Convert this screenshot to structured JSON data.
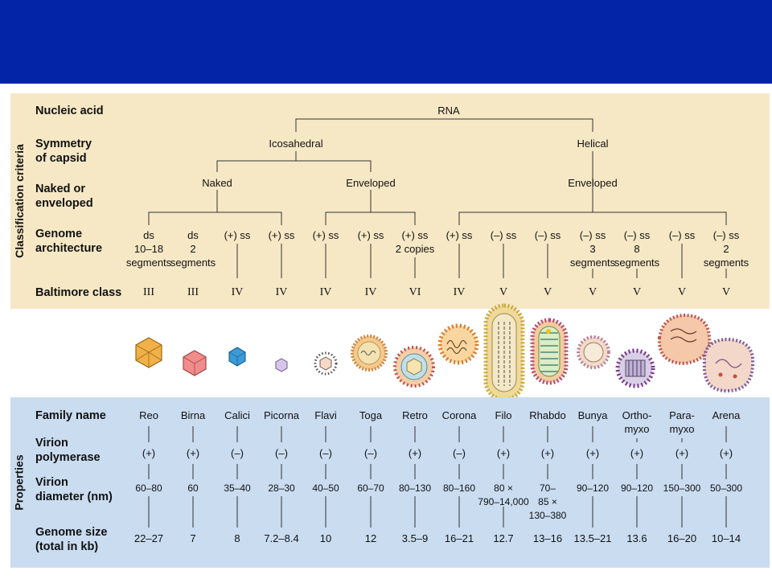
{
  "side_labels": {
    "classification": "Classification criteria",
    "properties": "Properties"
  },
  "classification_rows": {
    "nucleic_acid": "Nucleic acid",
    "symmetry": "Symmetry\nof capsid",
    "envelope": "Naked or\nenveloped",
    "genome": "Genome\narchitecture",
    "baltimore": "Baltimore class"
  },
  "tree": {
    "root": "RNA",
    "icosahedral": "Icosahedral",
    "helical": "Helical",
    "naked": "Naked",
    "enveloped_ico": "Enveloped",
    "enveloped_hel": "Enveloped"
  },
  "property_rows": {
    "family": "Family name",
    "polymerase": "Virion\npolymerase",
    "diameter": "Virion\ndiameter (nm)",
    "genome_size": "Genome size\n(total in kb)"
  },
  "families": [
    {
      "genome": "ds\n10–18\nsegments",
      "baltimore": "III",
      "family": "Reo",
      "polymerase": "(+)",
      "diameter": "60–80",
      "genome_size": "22–27"
    },
    {
      "genome": "ds\n2\nsegments",
      "baltimore": "III",
      "family": "Birna",
      "polymerase": "(+)",
      "diameter": "60",
      "genome_size": "7"
    },
    {
      "genome": "(+) ss",
      "baltimore": "IV",
      "family": "Calici",
      "polymerase": "(–)",
      "diameter": "35–40",
      "genome_size": "8"
    },
    {
      "genome": "(+) ss",
      "baltimore": "IV",
      "family": "Picorna",
      "polymerase": "(–)",
      "diameter": "28–30",
      "genome_size": "7.2–8.4"
    },
    {
      "genome": "(+) ss",
      "baltimore": "IV",
      "family": "Flavi",
      "polymerase": "(–)",
      "diameter": "40–50",
      "genome_size": "10"
    },
    {
      "genome": "(+) ss",
      "baltimore": "IV",
      "family": "Toga",
      "polymerase": "(–)",
      "diameter": "60–70",
      "genome_size": "12"
    },
    {
      "genome": "(+) ss\n2 copies",
      "baltimore": "VI",
      "family": "Retro",
      "polymerase": "(+)",
      "diameter": "80–130",
      "genome_size": "3.5–9"
    },
    {
      "genome": "(+) ss",
      "baltimore": "IV",
      "family": "Corona",
      "polymerase": "(–)",
      "diameter": "80–160",
      "genome_size": "16–21"
    },
    {
      "genome": "(–) ss",
      "baltimore": "V",
      "family": "Filo",
      "polymerase": "(+)",
      "diameter": "80 ×\n790–14,000",
      "genome_size": "12.7"
    },
    {
      "genome": "(–) ss",
      "baltimore": "V",
      "family": "Rhabdo",
      "polymerase": "(+)",
      "diameter": "70–\n85 ×\n130–380",
      "genome_size": "13–16"
    },
    {
      "genome": "(–) ss\n3\nsegments",
      "baltimore": "V",
      "family": "Bunya",
      "polymerase": "(+)",
      "diameter": "90–120",
      "genome_size": "13.5–21"
    },
    {
      "genome": "(–) ss\n8\nsegments",
      "baltimore": "V",
      "family": "Ortho-\nmyxo",
      "polymerase": "(+)",
      "diameter": "90–120",
      "genome_size": "13.6"
    },
    {
      "genome": "(–) ss",
      "baltimore": "V",
      "family": "Para-\nmyxo",
      "polymerase": "(+)",
      "diameter": "150–300",
      "genome_size": "16–20"
    },
    {
      "genome": "(–) ss\n2\nsegments",
      "baltimore": "V",
      "family": "Arena",
      "polymerase": "(+)",
      "diameter": "50–300",
      "genome_size": "10–14"
    }
  ],
  "colors": {
    "header": "#0424a8",
    "classification_bg": "#f6e8c5",
    "properties_bg": "#c9dcf0"
  }
}
